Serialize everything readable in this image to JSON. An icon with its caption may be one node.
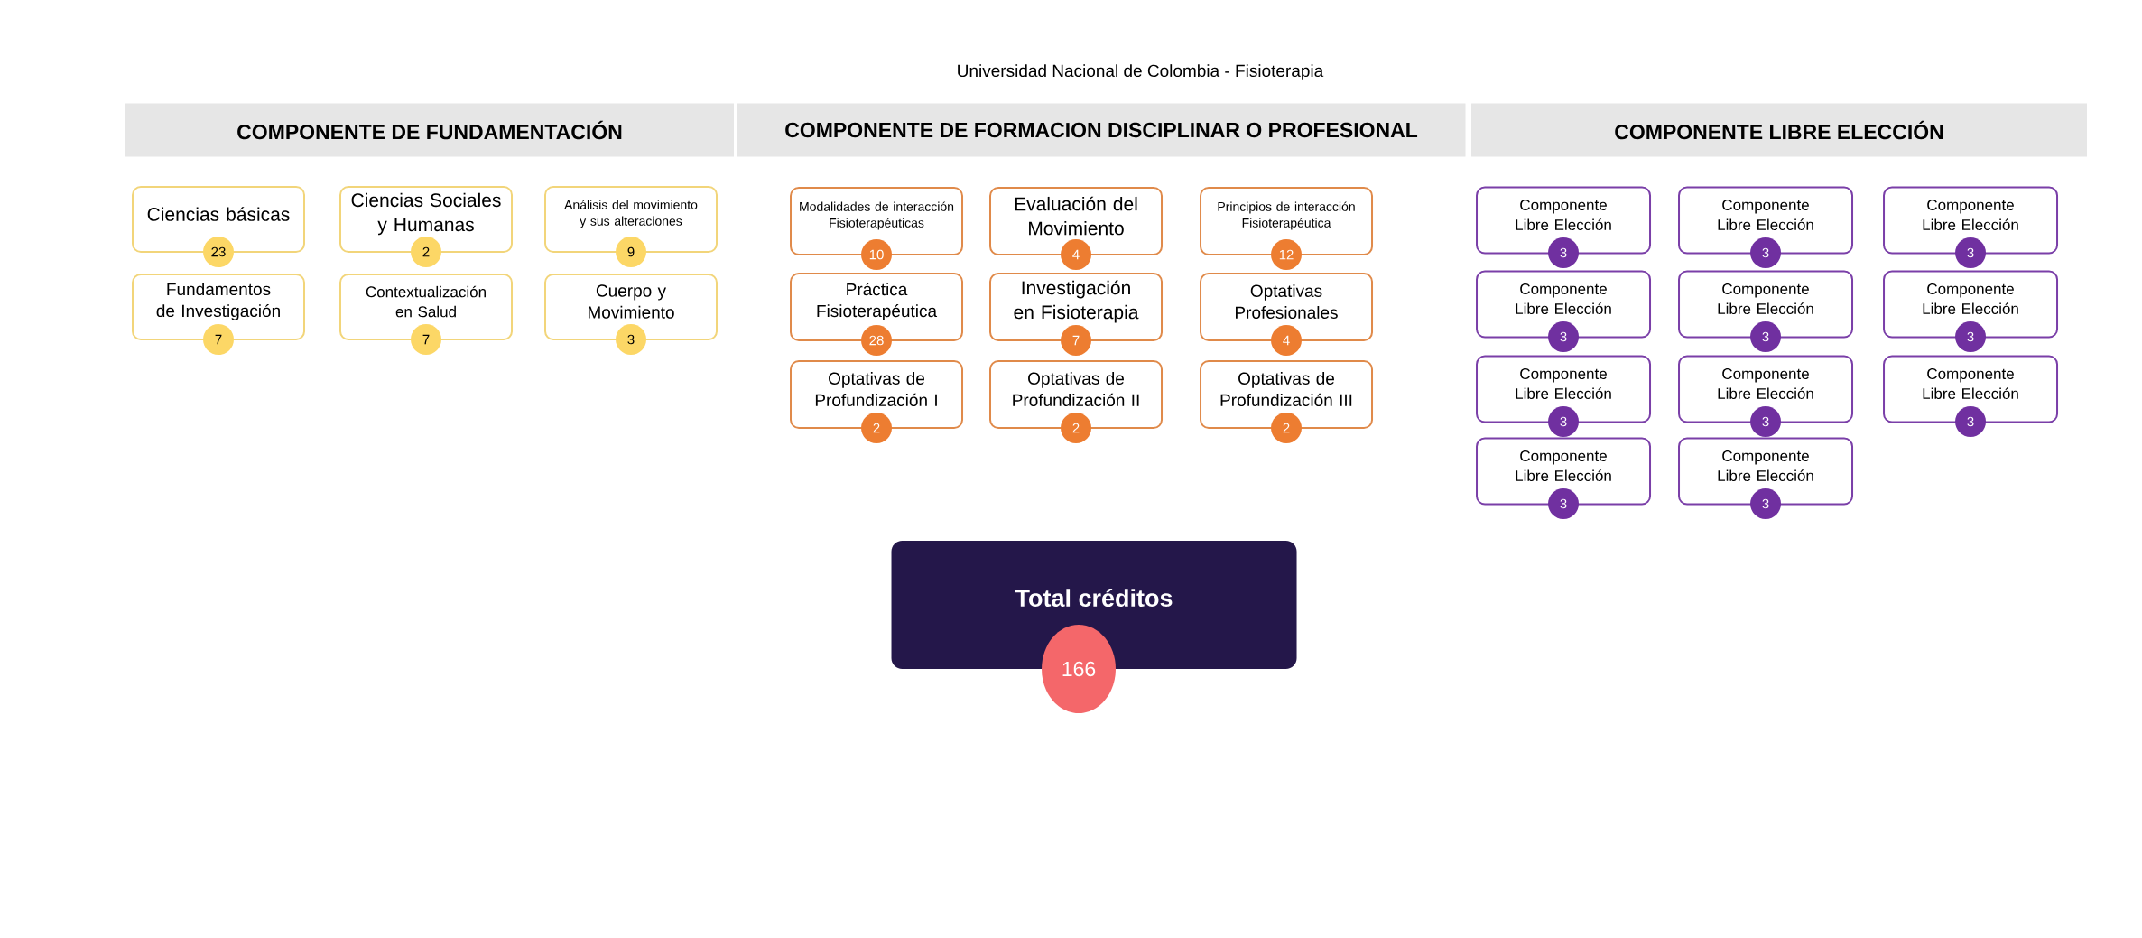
{
  "diagram": {
    "title": "Universidad Nacional de Colombia - Fisioterapia",
    "nodes": [
      {
        "text": [
          "COMPONENTE DE FUNDAMENTACIÓN"
        ]
      },
      {
        "text": [
          "COMPONENTE DE FORMACION DISCIPLINAR O PROFESIONAL"
        ]
      },
      {
        "text": [
          "COMPONENTE LIBRE ELECCIÓN"
        ]
      },
      {
        "text": [
          "Ciencias básicas",
          "23"
        ]
      },
      {
        "text": [
          "Ciencias Sociales y Humanas",
          "2"
        ]
      },
      {
        "text": [
          "Análisis del movimiento y sus alteraciones",
          "9"
        ]
      },
      {
        "text": [
          "Fundamentos de Investigación",
          "7"
        ]
      },
      {
        "text": [
          "Contextualización en Salud",
          "7"
        ]
      },
      {
        "text": [
          "Cuerpo y Movimiento",
          "3"
        ]
      },
      {
        "text": [
          "Modalidades de interacción Fisioterapéuticas",
          "10"
        ]
      },
      {
        "text": [
          "Evaluación del Movimiento",
          "4"
        ]
      },
      {
        "text": [
          "Principios de interacción Fisioterapéutica",
          "12"
        ]
      },
      {
        "text": [
          "Práctica Fisioterapéutica",
          "28"
        ]
      },
      {
        "text": [
          "Investigación en Fisioterapia",
          "7"
        ]
      },
      {
        "text": [
          "Optativas Profesionales",
          "4"
        ]
      },
      {
        "text": [
          "Optativas de Profundización I",
          "2"
        ]
      },
      {
        "text": [
          "Optativas de Profundización II",
          "2"
        ]
      },
      {
        "text": [
          "Optativas de Profundización III",
          "2"
        ]
      },
      {
        "text": [
          "Componente Libre Elección",
          "3"
        ]
      },
      {
        "text": [
          "Componente Libre Elección",
          "3"
        ]
      },
      {
        "text": [
          "Componente Libre Elección",
          "3"
        ]
      },
      {
        "text": [
          "Componente Libre Elección",
          "3"
        ]
      },
      {
        "text": [
          "Componente Libre Elección",
          "3"
        ]
      },
      {
        "text": [
          "Componente Libre Elección",
          "3"
        ]
      },
      {
        "text": [
          "Componente Libre Elección",
          "3"
        ]
      },
      {
        "text": [
          "Componente Libre Elección",
          "3"
        ]
      },
      {
        "text": [
          "Componente Libre Elección",
          "3"
        ]
      },
      {
        "text": [
          "Componente Libre Elección",
          "3"
        ]
      },
      {
        "text": [
          "Componente Libre Elección",
          "3"
        ]
      },
      {
        "text": [
          "Total créditos",
          "166"
        ]
      }
    ]
  }
}
